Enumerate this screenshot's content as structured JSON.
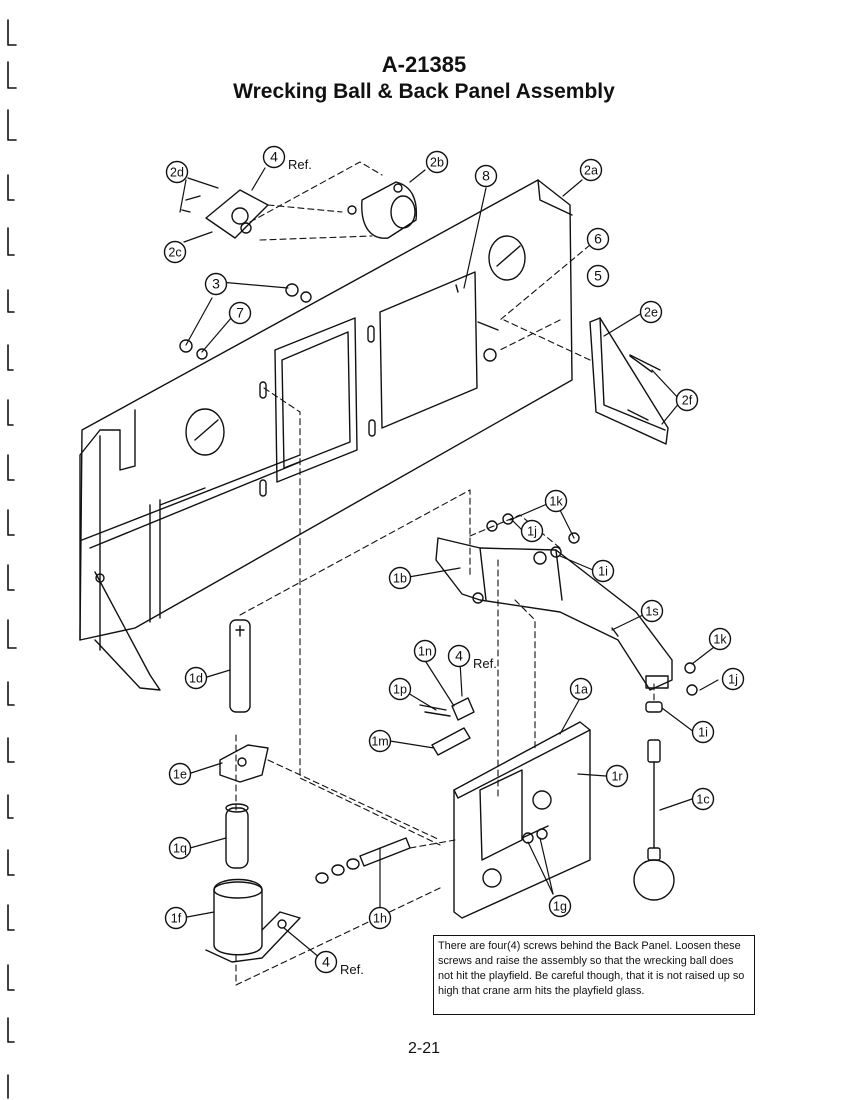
{
  "document": {
    "part_number": "A-21385",
    "title": "Wrecking Ball & Back Panel Assembly",
    "page_number": "2-21",
    "note": "There are four(4) screws behind the Back Panel. Loosen these screws and raise the assembly so that the wrecking ball does not hit the playfield.  Be careful though, that it is not raised up so high that crane arm hits the playfield glass."
  },
  "ref_suffix": "Ref.",
  "callouts": [
    {
      "id": "4-top",
      "label": "4",
      "ref": true
    },
    {
      "id": "2d",
      "label": "2d",
      "ref": false
    },
    {
      "id": "2b",
      "label": "2b",
      "ref": false
    },
    {
      "id": "8",
      "label": "8",
      "ref": false
    },
    {
      "id": "2a",
      "label": "2a",
      "ref": false
    },
    {
      "id": "2c",
      "label": "2c",
      "ref": false
    },
    {
      "id": "6",
      "label": "6",
      "ref": false
    },
    {
      "id": "5",
      "label": "5",
      "ref": false
    },
    {
      "id": "3",
      "label": "3",
      "ref": false
    },
    {
      "id": "7",
      "label": "7",
      "ref": false
    },
    {
      "id": "2e",
      "label": "2e",
      "ref": false
    },
    {
      "id": "2f",
      "label": "2f",
      "ref": false
    },
    {
      "id": "1k-a",
      "label": "1k",
      "ref": false
    },
    {
      "id": "1j-a",
      "label": "1j",
      "ref": false
    },
    {
      "id": "1i-a",
      "label": "1i",
      "ref": false
    },
    {
      "id": "1b",
      "label": "1b",
      "ref": false
    },
    {
      "id": "1s",
      "label": "1s",
      "ref": false
    },
    {
      "id": "1k-b",
      "label": "1k",
      "ref": false
    },
    {
      "id": "1j-b",
      "label": "1j",
      "ref": false
    },
    {
      "id": "1n",
      "label": "1n",
      "ref": false
    },
    {
      "id": "4-mid",
      "label": "4",
      "ref": true
    },
    {
      "id": "1d",
      "label": "1d",
      "ref": false
    },
    {
      "id": "1p",
      "label": "1p",
      "ref": false
    },
    {
      "id": "1a",
      "label": "1a",
      "ref": false
    },
    {
      "id": "1i-b",
      "label": "1i",
      "ref": false
    },
    {
      "id": "1m",
      "label": "1m",
      "ref": false
    },
    {
      "id": "1e",
      "label": "1e",
      "ref": false
    },
    {
      "id": "1r",
      "label": "1r",
      "ref": false
    },
    {
      "id": "1c",
      "label": "1c",
      "ref": false
    },
    {
      "id": "1q",
      "label": "1q",
      "ref": false
    },
    {
      "id": "1g",
      "label": "1g",
      "ref": false
    },
    {
      "id": "1f",
      "label": "1f",
      "ref": false
    },
    {
      "id": "1h",
      "label": "1h",
      "ref": false
    },
    {
      "id": "4-bot",
      "label": "4",
      "ref": true
    }
  ]
}
